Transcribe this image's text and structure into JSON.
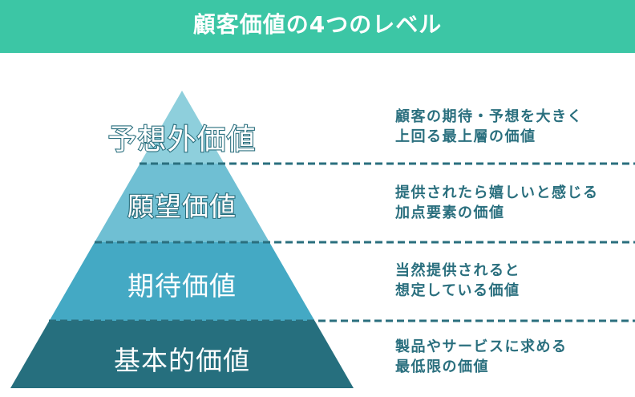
{
  "title": "顧客価値の4つのレベル",
  "colors": {
    "header": "#3cc6a5",
    "tier1": "#8ecfdc",
    "tier2": "#6fbfd3",
    "tier3": "#44a9c4",
    "tier4": "#266f7e",
    "text": "#2a6f7e"
  },
  "levels": [
    {
      "name": "予想外価値",
      "desc1": "顧客の期待・予想を大きく",
      "desc2": "上回る最上層の価値"
    },
    {
      "name": "願望価値",
      "desc1": "提供されたら嬉しいと感じる",
      "desc2": "加点要素の価値"
    },
    {
      "name": "期待価値",
      "desc1": "当然提供されると",
      "desc2": "想定している価値"
    },
    {
      "name": "基本的価値",
      "desc1": "製品やサービスに求める",
      "desc2": "最低限の価値"
    }
  ]
}
